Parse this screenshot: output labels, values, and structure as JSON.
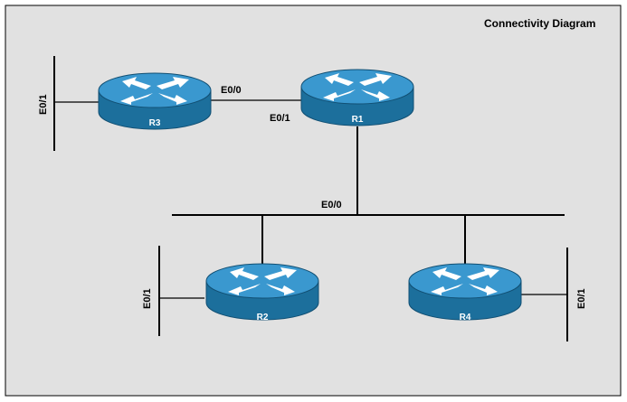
{
  "diagram": {
    "title": "Connectivity Diagram",
    "colors": {
      "background": "#e1e1e1",
      "border": "#000000",
      "router_top": "#3a98cf",
      "router_side": "#1c6f9c",
      "router_edge": "#114f73",
      "arrow": "#ffffff",
      "line": "#000000"
    },
    "routers": [
      {
        "id": "r1",
        "label": "R1"
      },
      {
        "id": "r2",
        "label": "R2"
      },
      {
        "id": "r3",
        "label": "R3"
      },
      {
        "id": "r4",
        "label": "R4"
      }
    ],
    "interfaces": {
      "r3_e0_1": "E0/1",
      "r3_e0_0": "E0/0",
      "r1_e0_1": "E0/1",
      "r1_e0_0": "E0/0",
      "r2_e0_1": "E0/1",
      "r4_e0_1": "E0/1"
    },
    "icon": "router-icon"
  }
}
